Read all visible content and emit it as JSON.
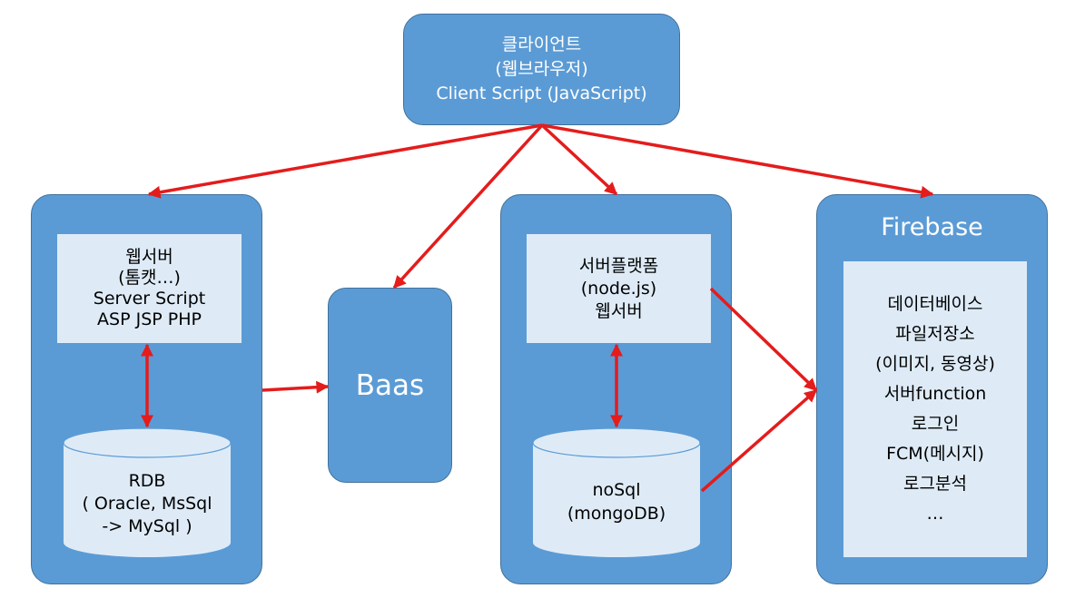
{
  "colors": {
    "box_fill": "#5b9bd5",
    "box_border": "#41719c",
    "inner_fill": "#deebf7",
    "arrow": "#e41c1c"
  },
  "client": {
    "lines": [
      "클라이언트",
      "(웹브라우저)",
      "Client Script (JavaScript)"
    ]
  },
  "web_server": {
    "lines": [
      "웹서버",
      "(톰캣…)",
      "Server Script",
      "ASP JSP PHP"
    ]
  },
  "rdb": {
    "lines": [
      "RDB",
      "( Oracle, MsSql",
      "-> MySql )"
    ]
  },
  "baas": {
    "label": "Baas"
  },
  "server_platform": {
    "lines": [
      "서버플랫폼",
      "(node.js)",
      "웹서버"
    ]
  },
  "nosql": {
    "lines": [
      "noSql",
      "(mongoDB)"
    ]
  },
  "firebase": {
    "title": "Firebase",
    "features": [
      "데이터베이스",
      "파일저장소",
      "(이미지, 동영상)",
      "서버function",
      "로그인",
      "FCM(메시지)",
      "로그분석",
      "…"
    ]
  }
}
